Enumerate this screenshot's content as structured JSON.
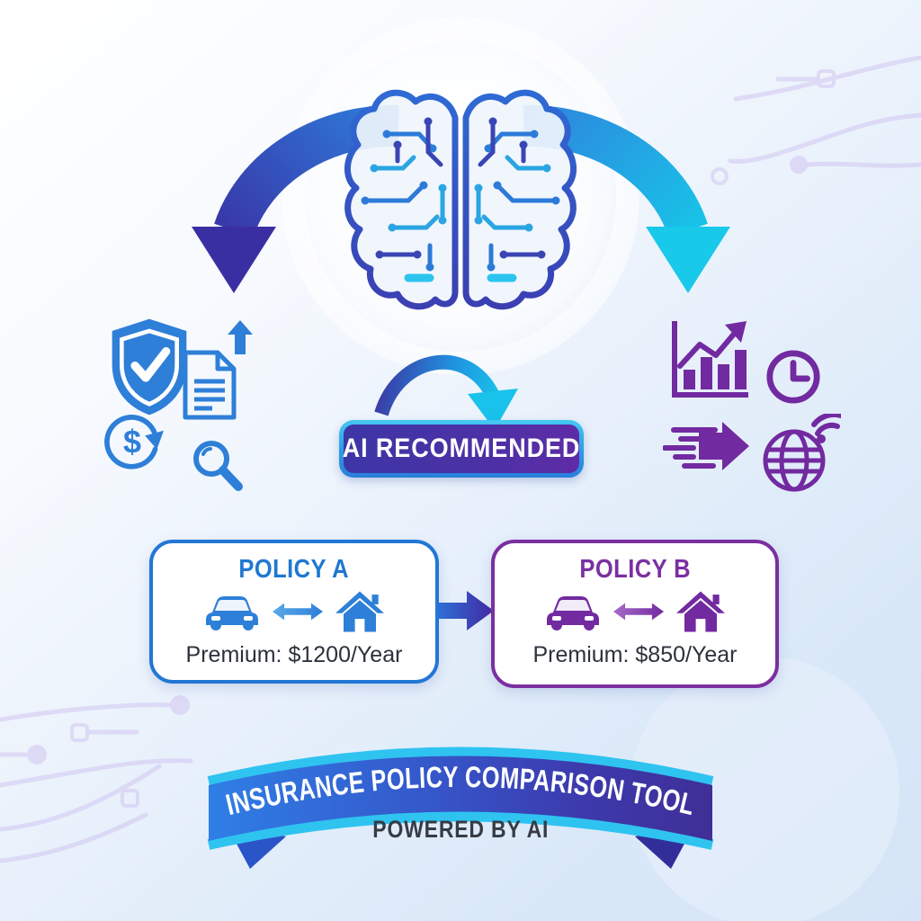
{
  "badge": {
    "label": "AI RECOMMENDED"
  },
  "cards": {
    "policy_a": {
      "title": "POLICY A",
      "premium": "Premium: $1200/Year",
      "accent": "#2277d4"
    },
    "policy_b": {
      "title": "POLICY B",
      "premium": "Premium: $850/Year",
      "accent": "#7b2fa0"
    }
  },
  "banner": {
    "title": "INSURANCE POLICY COMPARISON TOOL",
    "subtitle": "POWERED BY AI"
  },
  "icons": {
    "dollar_glyph": "$",
    "left": [
      "shield-check-icon",
      "document-icon",
      "arrow-up-icon",
      "dollar-refresh-icon",
      "magnifier-icon"
    ],
    "right": [
      "bar-chart-growth-icon",
      "clock-icon",
      "speed-arrow-icon",
      "globe-wifi-icon"
    ],
    "center": [
      "circuit-brain-icon",
      "car-icon",
      "swap-arrow-icon",
      "house-icon"
    ]
  },
  "colors": {
    "left_icon_blue": "#2e7fd8",
    "right_icon_purple": "#722aa0",
    "arrow_left_gradient": [
      "#2e7ad9",
      "#3a2fa2"
    ],
    "arrow_right_gradient": [
      "#2e86de",
      "#15cbe9"
    ],
    "badge_fill": [
      "#3d36a6",
      "#5e2ca6"
    ],
    "badge_border": "#38c7f0",
    "ribbon_gradient": [
      "#2f7fe6",
      "#3f2f97"
    ],
    "ribbon_edge_cyan": "#2fc3f0",
    "background_tint": "#d9e8f8"
  }
}
